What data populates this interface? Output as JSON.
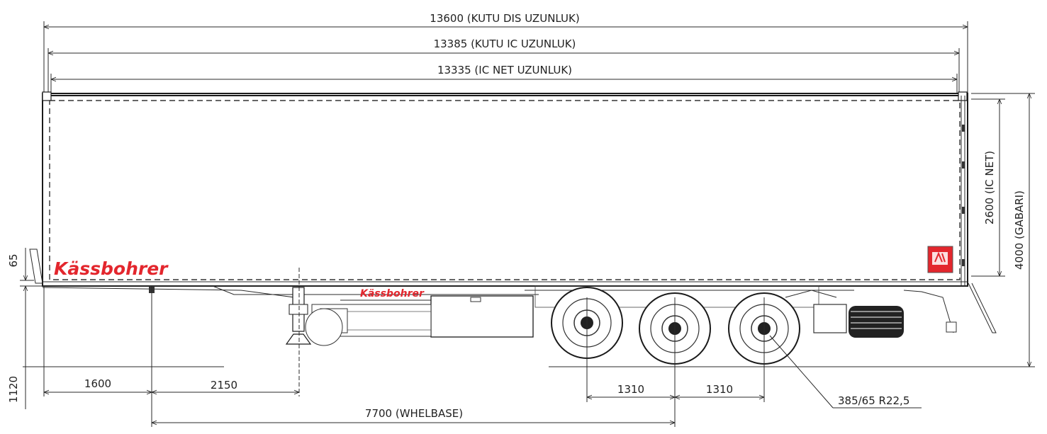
{
  "dimensions": {
    "outer_length": "13600 (KUTU DIS UZUNLUK)",
    "inner_length": "13385 (KUTU IC UZUNLUK)",
    "net_length": "13335 (IC NET UZUNLUK)",
    "inner_height": "2600 (IC NET)",
    "overall_height": "4000 (GABARI)",
    "front_overhang_height": "65",
    "coupling_height": "1120",
    "front_to_kingpin": "1600",
    "kingpin_to_landing_gear": "2150",
    "wheelbase": "7700 (WHELBASE)",
    "axle_spacing_1": "1310",
    "axle_spacing_2": "1310",
    "tire_size": "385/65 R22,5"
  },
  "branding": {
    "logo_main": "Kässbohrer",
    "logo_chassis": "Kässbohrer",
    "logo_color": "#e3262d"
  },
  "icons": {
    "badge": "brand-badge-icon"
  }
}
